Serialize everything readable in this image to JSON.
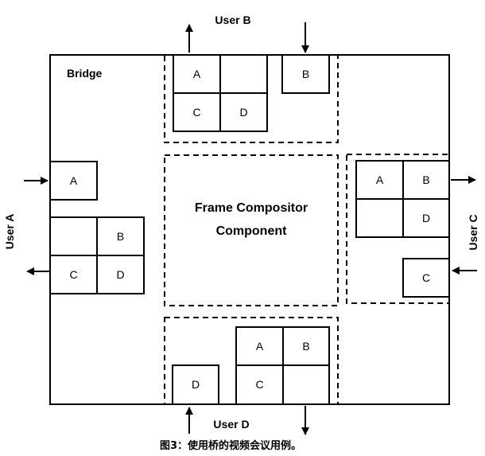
{
  "bridge_label": "Bridge",
  "compositor": {
    "line1": "Frame Compositor",
    "line2": "Component"
  },
  "users": {
    "a": "User A",
    "b": "User B",
    "c": "User C",
    "d": "User D"
  },
  "cells": {
    "a": "A",
    "b": "B",
    "c": "C",
    "d": "D"
  },
  "caption": "图3：使用桥的视频会议用例。"
}
